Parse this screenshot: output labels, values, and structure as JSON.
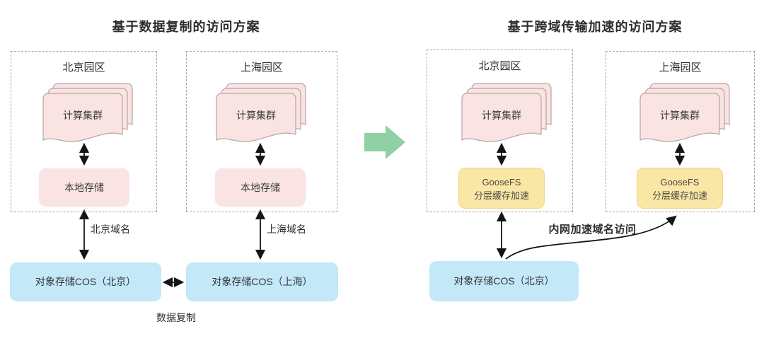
{
  "left_scheme": {
    "title": "基于数据复制的访问方案",
    "beijing_campus": {
      "label": "北京园区",
      "compute_cluster": "计算集群",
      "local_storage": "本地存储"
    },
    "shanghai_campus": {
      "label": "上海园区",
      "compute_cluster": "计算集群",
      "local_storage": "本地存储"
    },
    "beijing_domain_label": "北京域名",
    "shanghai_domain_label": "上海域名",
    "cos_beijing": "对象存储COS（北京）",
    "cos_shanghai": "对象存储COS（上海）",
    "replication_label": "数据复制"
  },
  "right_scheme": {
    "title": "基于跨域传输加速的访问方案",
    "beijing_campus": {
      "label": "北京园区",
      "compute_cluster": "计算集群",
      "goosefs_line1": "GooseFS",
      "goosefs_line2": "分层缓存加速"
    },
    "shanghai_campus": {
      "label": "上海园区",
      "compute_cluster": "计算集群",
      "goosefs_line1": "GooseFS",
      "goosefs_line2": "分层缓存加速"
    },
    "cos_beijing": "对象存储COS（北京）",
    "acceleration_label": "内网加速域名访问"
  },
  "icons": {
    "transition_arrow": "green-right-arrow",
    "bidirectional_arrow": "double-headed-arrow",
    "curved_arrow": "s-curve-arrow-up"
  },
  "colors": {
    "pink_fill": "#fae3e3",
    "pink_stroke": "#b9a3a3",
    "yellow_fill": "#fae7a6",
    "yellow_stroke": "#eed688",
    "blue_fill": "#c3e8f8",
    "green_arrow": "#8fd0a5",
    "dashed_border": "#a4a4a4",
    "arrow": "#151515",
    "text": "#2d2d2d"
  }
}
